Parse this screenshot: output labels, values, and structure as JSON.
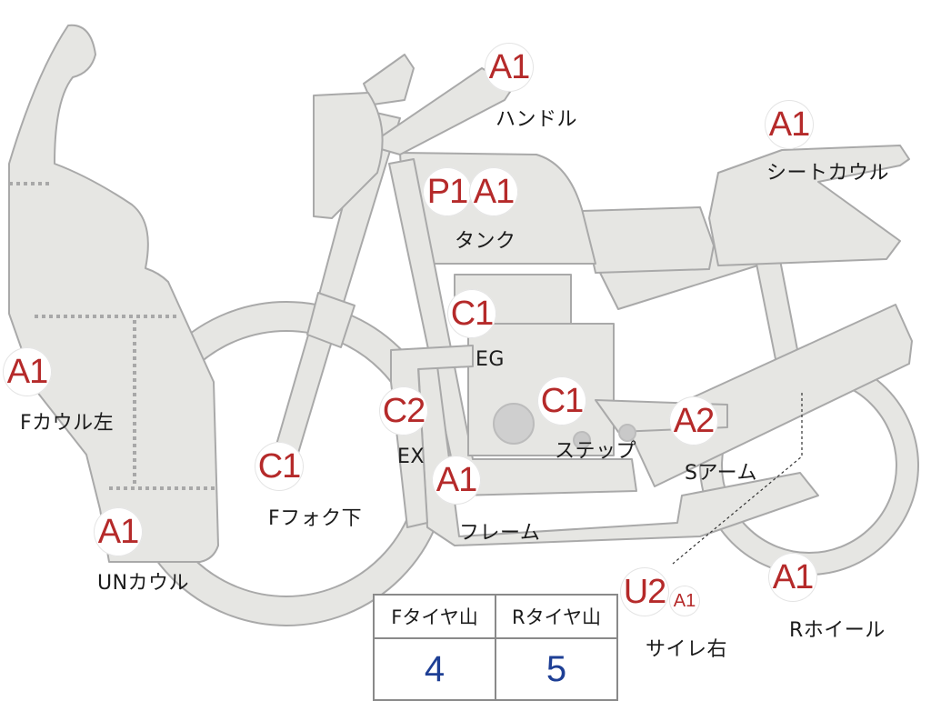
{
  "parts": [
    {
      "id": "handle",
      "codes": [
        "A1"
      ],
      "label": "ハンドル"
    },
    {
      "id": "seat-cowl",
      "codes": [
        "A1"
      ],
      "label": "シートカウル"
    },
    {
      "id": "tank",
      "codes": [
        "P1",
        "A1"
      ],
      "label": "タンク"
    },
    {
      "id": "engine",
      "codes": [
        "C1"
      ],
      "label": "EG"
    },
    {
      "id": "f-cowl-left",
      "codes": [
        "A1"
      ],
      "label": "Fカウル左"
    },
    {
      "id": "exhaust",
      "codes": [
        "C2"
      ],
      "label": "EX"
    },
    {
      "id": "step",
      "codes": [
        "C1"
      ],
      "label": "ステップ"
    },
    {
      "id": "swing-arm",
      "codes": [
        "A2"
      ],
      "label": "Sアーム"
    },
    {
      "id": "f-fork-lower",
      "codes": [
        "C1"
      ],
      "label": "Fフォク下"
    },
    {
      "id": "frame",
      "codes": [
        "A1"
      ],
      "label": "フレーム"
    },
    {
      "id": "under-cowl",
      "codes": [
        "A1"
      ],
      "label": "UNカウル"
    },
    {
      "id": "silencer-right",
      "codes": [
        "U2",
        "A1"
      ],
      "label": "サイレ右"
    },
    {
      "id": "rear-wheel",
      "codes": [
        "A1"
      ],
      "label": "Rホイール"
    }
  ],
  "tire_table": {
    "headers": [
      "Fタイヤ山",
      "Rタイヤ山"
    ],
    "values": [
      "4",
      "5"
    ]
  },
  "colors": {
    "body_fill": "#e6e6e3",
    "outline": "#a9a9a9",
    "code_red": "#b52a2a",
    "value_blue": "#1e3f95"
  }
}
